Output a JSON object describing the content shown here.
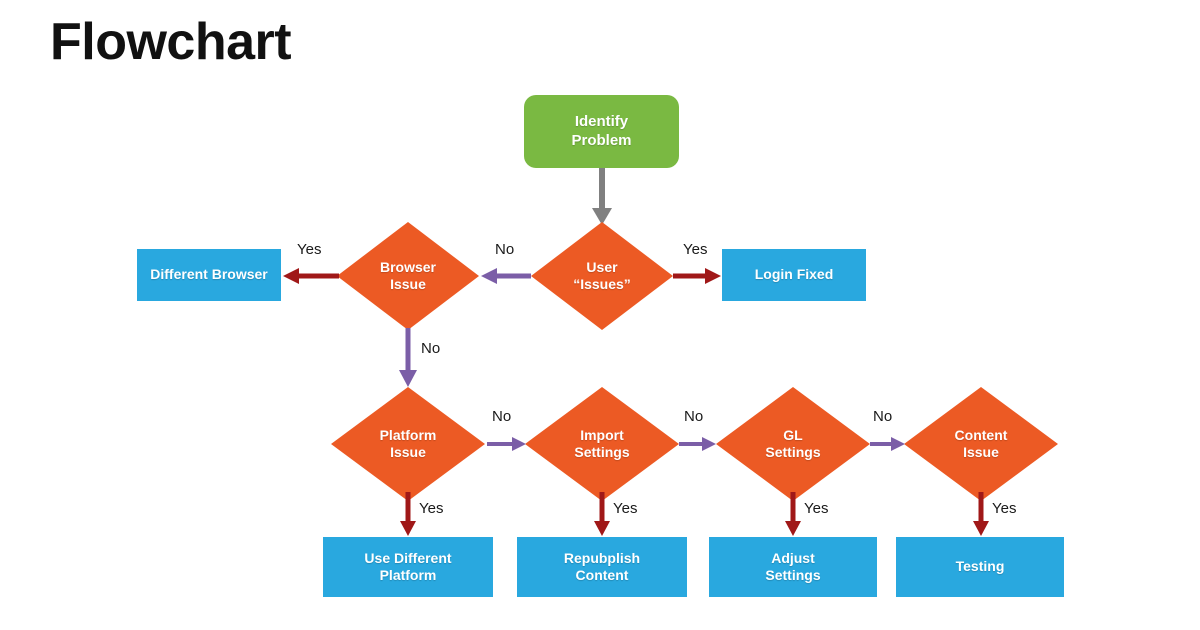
{
  "page": {
    "title": "Flowchart",
    "background": "#ffffff"
  },
  "colors": {
    "start_green": "#7AB942",
    "decision_orange": "#EC5A24",
    "process_blue": "#29A8DF",
    "arrow_gray": "#808080",
    "arrow_dark_red": "#A01818",
    "arrow_purple": "#7B5EA7",
    "text_dark": "#1a1a1a",
    "node_text": "#ffffff"
  },
  "nodes": {
    "identify_problem": {
      "label": "Identify\nProblem",
      "shape": "terminator",
      "color": "#7AB942"
    },
    "user_issues": {
      "label": "User\n“Issues”",
      "shape": "decision",
      "color": "#EC5A24"
    },
    "browser_issue": {
      "label": "Browser\nIssue",
      "shape": "decision",
      "color": "#EC5A24"
    },
    "different_browser": {
      "label": "Different Browser",
      "shape": "process",
      "color": "#29A8DF"
    },
    "login_fixed": {
      "label": "Login Fixed",
      "shape": "process",
      "color": "#29A8DF"
    },
    "platform_issue": {
      "label": "Platform\nIssue",
      "shape": "decision",
      "color": "#EC5A24"
    },
    "import_settings": {
      "label": "Import\nSettings",
      "shape": "decision",
      "color": "#EC5A24"
    },
    "gl_settings": {
      "label": "GL\nSettings",
      "shape": "decision",
      "color": "#EC5A24"
    },
    "content_issue": {
      "label": "Content\nIssue",
      "shape": "decision",
      "color": "#EC5A24"
    },
    "use_different_platform": {
      "label": "Use Different\nPlatform",
      "shape": "process",
      "color": "#29A8DF"
    },
    "republish_content": {
      "label": "Repubplish\nContent",
      "shape": "process",
      "color": "#29A8DF"
    },
    "adjust_settings": {
      "label": "Adjust\nSettings",
      "shape": "process",
      "color": "#29A8DF"
    },
    "testing": {
      "label": "Testing",
      "shape": "process",
      "color": "#29A8DF"
    }
  },
  "edges": {
    "identify_to_user": {
      "label": "",
      "color": "#808080",
      "direction": "down"
    },
    "user_to_login_fixed": {
      "label": "Yes",
      "color": "#A01818",
      "direction": "right"
    },
    "user_to_browser": {
      "label": "No",
      "color": "#7B5EA7",
      "direction": "left"
    },
    "browser_to_different_browser": {
      "label": "Yes",
      "color": "#A01818",
      "direction": "left"
    },
    "browser_to_platform": {
      "label": "No",
      "color": "#7B5EA7",
      "direction": "down"
    },
    "platform_to_import": {
      "label": "No",
      "color": "#7B5EA7",
      "direction": "right"
    },
    "import_to_gl": {
      "label": "No",
      "color": "#7B5EA7",
      "direction": "right"
    },
    "gl_to_content": {
      "label": "No",
      "color": "#7B5EA7",
      "direction": "right"
    },
    "platform_to_use_different": {
      "label": "Yes",
      "color": "#A01818",
      "direction": "down"
    },
    "import_to_republish": {
      "label": "Yes",
      "color": "#A01818",
      "direction": "down"
    },
    "gl_to_adjust": {
      "label": "Yes",
      "color": "#A01818",
      "direction": "down"
    },
    "content_to_testing": {
      "label": "Yes",
      "color": "#A01818",
      "direction": "down"
    }
  },
  "chart_data": {
    "type": "table",
    "title": "Flowchart",
    "flow_steps": [
      {
        "from": "Identify Problem",
        "to": "User “Issues”",
        "label": ""
      },
      {
        "from": "User “Issues”",
        "to": "Login Fixed",
        "label": "Yes"
      },
      {
        "from": "User “Issues”",
        "to": "Browser Issue",
        "label": "No"
      },
      {
        "from": "Browser Issue",
        "to": "Different Browser",
        "label": "Yes"
      },
      {
        "from": "Browser Issue",
        "to": "Platform Issue",
        "label": "No"
      },
      {
        "from": "Platform Issue",
        "to": "Use Different Platform",
        "label": "Yes"
      },
      {
        "from": "Platform Issue",
        "to": "Import Settings",
        "label": "No"
      },
      {
        "from": "Import Settings",
        "to": "Repubplish Content",
        "label": "Yes"
      },
      {
        "from": "Import Settings",
        "to": "GL Settings",
        "label": "No"
      },
      {
        "from": "GL Settings",
        "to": "Adjust Settings",
        "label": "Yes"
      },
      {
        "from": "GL Settings",
        "to": "Content Issue",
        "label": "No"
      },
      {
        "from": "Content Issue",
        "to": "Testing",
        "label": "Yes"
      }
    ]
  }
}
